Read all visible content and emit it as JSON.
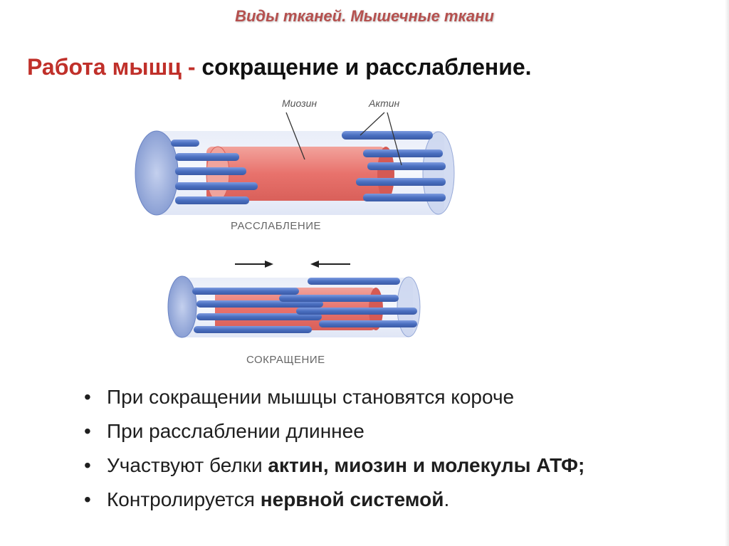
{
  "header": {
    "text": "Виды тканей. Мышечные ткани"
  },
  "title": {
    "part_red": "Работа мышц -",
    "part_black": "сокращение и расслабление."
  },
  "diagram": {
    "label_myosin": "Миозин",
    "label_actin": "Актин",
    "caption_relaxation": "РАССЛАБЛЕНИЕ",
    "caption_contraction": "СОКРАЩЕНИЕ"
  },
  "bullets": [
    {
      "bullet": "•",
      "text": "При сокращении мышцы становятся короче"
    },
    {
      "bullet": "•",
      "text": "При расслаблении длиннее"
    },
    {
      "bullet": "•",
      "text": "Участвуют белки ",
      "bold": "актин, миозин и молекулы АТФ;"
    },
    {
      "bullet": "•",
      "text": "Контролируется ",
      "bold": "нервной системой",
      "tail": "."
    }
  ],
  "colors": {
    "header": "#b5504e",
    "title_accent": "#c0302a",
    "myosin": "#e8726c",
    "actin": "#4a6fc0",
    "disk": "#8aa0d4"
  }
}
